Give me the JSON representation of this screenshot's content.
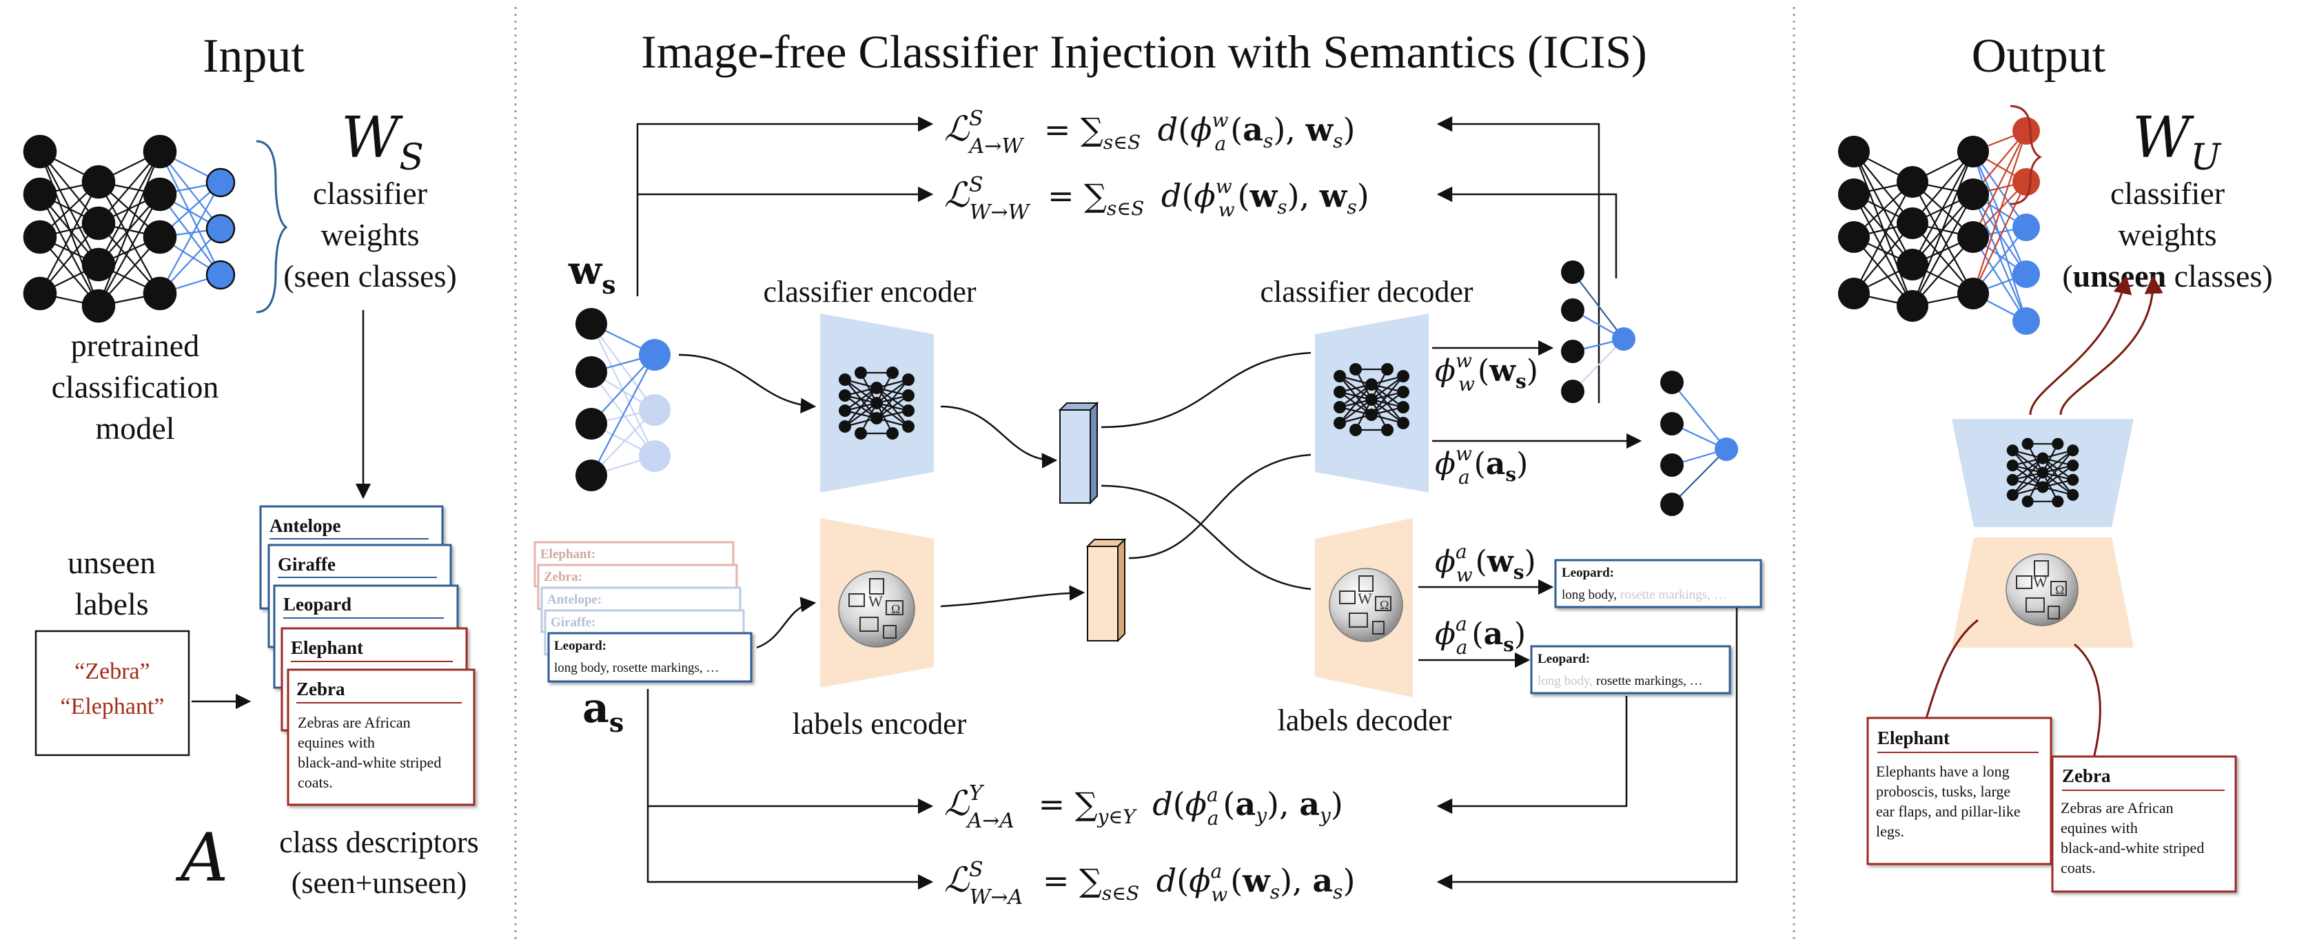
{
  "input": {
    "title": "Input",
    "ws_symbol": "W",
    "ws_subscript": "S",
    "ws_caption": [
      "classifier",
      "weights",
      "(seen classes)"
    ],
    "model_caption": [
      "pretrained",
      "classification",
      "model"
    ],
    "unseen_caption": [
      "unseen",
      "labels"
    ],
    "unseen_labels": [
      "“Zebra”",
      "“Elephant”"
    ],
    "a_symbol": "A",
    "a_caption": [
      "class descriptors",
      "(seen+unseen)"
    ],
    "stack_titles": [
      "Antelope",
      "Giraffe",
      "Leopard",
      "Elephant"
    ],
    "front_card": {
      "title": "Zebra",
      "text": [
        "Zebras are African",
        "equines with",
        "black-and-white striped",
        "coats."
      ]
    }
  },
  "center": {
    "title": "Image-free Classifier Injection with Semantics (ICIS)",
    "ws_label": "w",
    "ws_label_sub": "s",
    "as_label": "a",
    "as_label_sub": "s",
    "classifier_encoder": "classifier encoder",
    "classifier_decoder": "classifier decoder",
    "labels_encoder": "labels encoder",
    "labels_decoder": "labels decoder",
    "loss_top1": "ℒ^S_{A→W} = ∑_{s∈S} d(φ^w_a(a_s), w_s)",
    "loss_top2": "ℒ^S_{W→W} = ∑_{s∈S} d(φ^w_w(w_s), w_s)",
    "loss_bot1": "ℒ^Y_{A→A} = ∑_{y∈Y} d(φ^a_a(a_y), a_y)",
    "loss_bot2": "ℒ^S_{W→A} = ∑_{s∈S} d(φ^a_w(w_s), a_s)",
    "phi_ww": "φ^w_w(w_s)",
    "phi_wa": "φ^w_a(a_s)",
    "phi_aw": "φ^a_w(w_s)",
    "phi_aa": "φ^a_a(a_s)",
    "stack_labels": [
      "Elephant:",
      "Zebra:",
      "Antelope:",
      "Giraffe:"
    ],
    "front_card": {
      "title": "Leopard:",
      "text": "long body, rosette markings, …"
    },
    "out_card1": {
      "title": "Leopard:",
      "text_main": "long body,",
      "text_faded": "rosette markings, …"
    },
    "out_card2": {
      "title": "Leopard:",
      "text_faded": "long body,",
      "text_main": "rosette markings, …"
    }
  },
  "output": {
    "title": "Output",
    "wu_symbol": "W",
    "wu_subscript": "U",
    "wu_caption_1": "classifier",
    "wu_caption_2": "weights",
    "wu_caption_3_bold": "unseen",
    "wu_caption_3_rest": "classes)",
    "card1": {
      "title": "Elephant",
      "text": [
        "Elephants have a long",
        "proboscis, tusks, large",
        "ear flaps, and pillar-like",
        "legs."
      ]
    },
    "card2": {
      "title": "Zebra",
      "text": [
        "Zebras are African",
        "equines with",
        "black-and-white striped",
        "coats."
      ]
    }
  },
  "colors": {
    "blue_node": "#4a86e8",
    "blue_light": "#c6d6f3",
    "red_node": "#c9432c",
    "encoder_blue": "#cfdff3",
    "encoder_orange": "#fbe3cc",
    "card_blue": "#2e5e94",
    "card_red": "#9e2a22"
  }
}
